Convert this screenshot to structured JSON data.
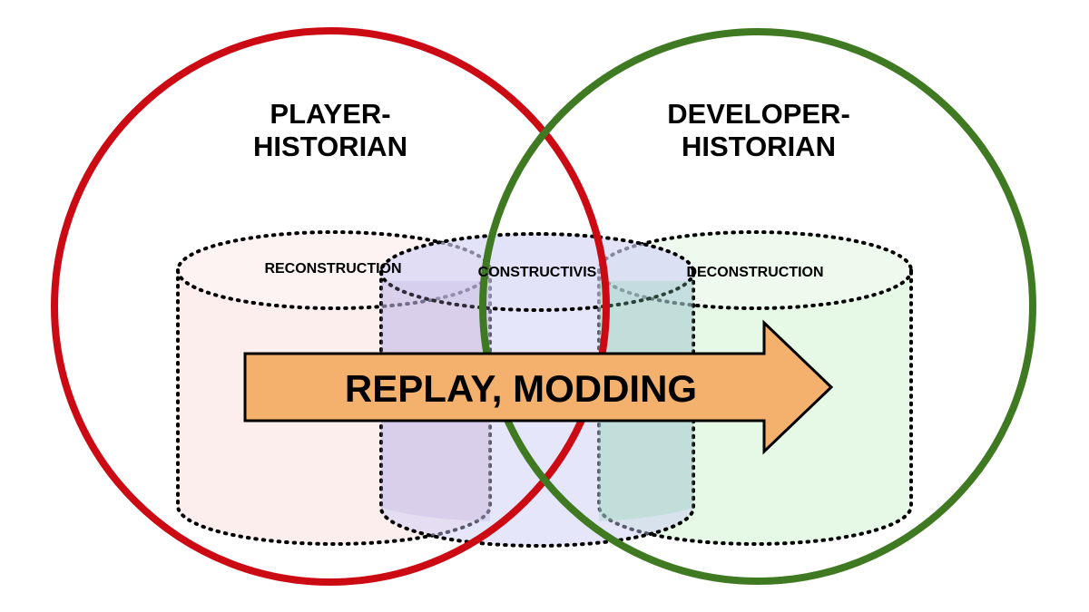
{
  "circles": {
    "player": {
      "title_line1": "PLAYER-",
      "title_line2": "HISTORIAN",
      "stroke_color": "#cc0a14"
    },
    "developer": {
      "title_line1": "DEVELOPER-",
      "title_line2": "HISTORIAN",
      "stroke_color": "#3f7a23"
    }
  },
  "cylinders": [
    {
      "label": "RECONSTRUCTION",
      "fill_color": "#fdeeee"
    },
    {
      "label": "CONSTRUCTIVIS",
      "fill_color": "#e6e6fb"
    },
    {
      "label": "DECONSTRUCTION",
      "fill_color": "#e6f8e6"
    }
  ],
  "arrow": {
    "label": "REPLAY, MODDING",
    "fill_color": "#f4b06d"
  }
}
